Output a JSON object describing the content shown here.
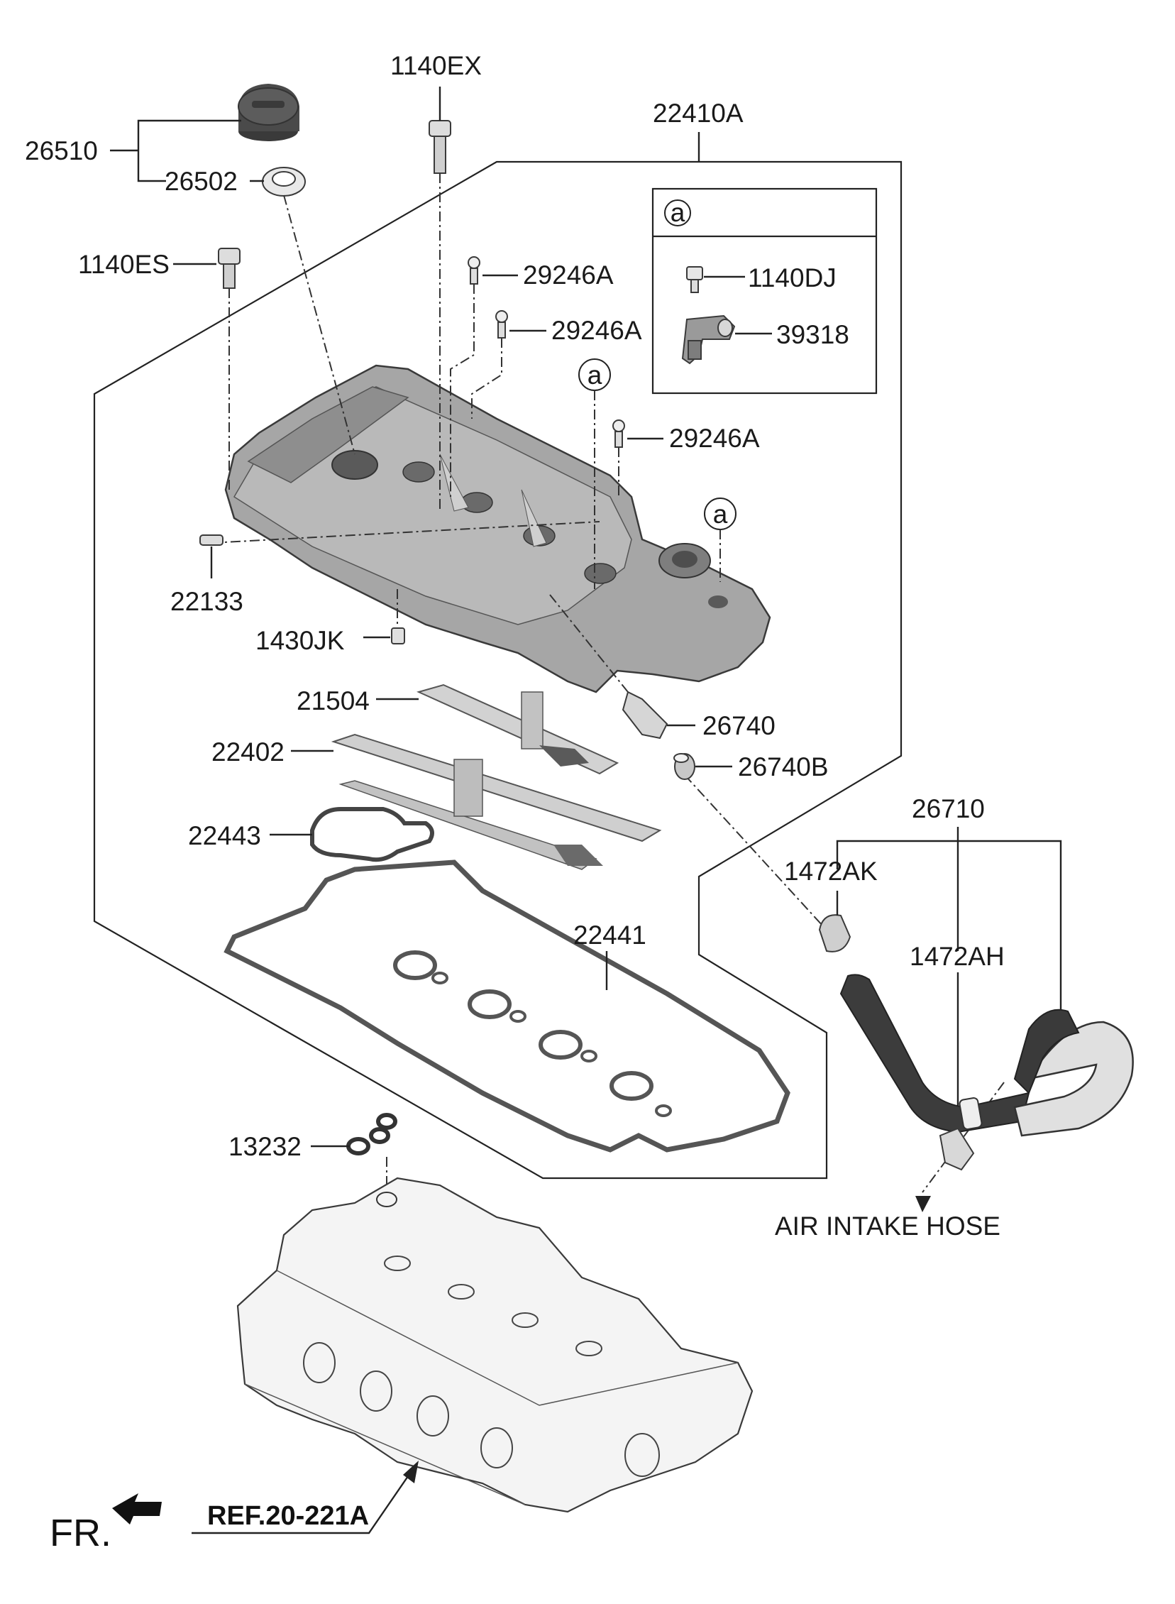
{
  "parts": {
    "p26510": "26510",
    "p26502": "26502",
    "p1140EX": "1140EX",
    "p22410A": "22410A",
    "p1140ES": "1140ES",
    "p29246A_1": "29246A",
    "p29246A_2": "29246A",
    "p29246A_3": "29246A",
    "p1140DJ": "1140DJ",
    "p39318": "39318",
    "p22133": "22133",
    "p1430JK": "1430JK",
    "p21504": "21504",
    "p26740": "26740",
    "p22402": "22402",
    "p26740B": "26740B",
    "p26710": "26710",
    "p22443": "22443",
    "p1472AK": "1472AK",
    "p22441": "22441",
    "p1472AH": "1472AH",
    "p13232": "13232"
  },
  "callouts": {
    "inset_marker": "a",
    "marker_1": "a",
    "marker_2": "a"
  },
  "annotations": {
    "air_intake": "AIR INTAKE HOSE",
    "ref": "REF.20-221A",
    "front": "FR."
  }
}
